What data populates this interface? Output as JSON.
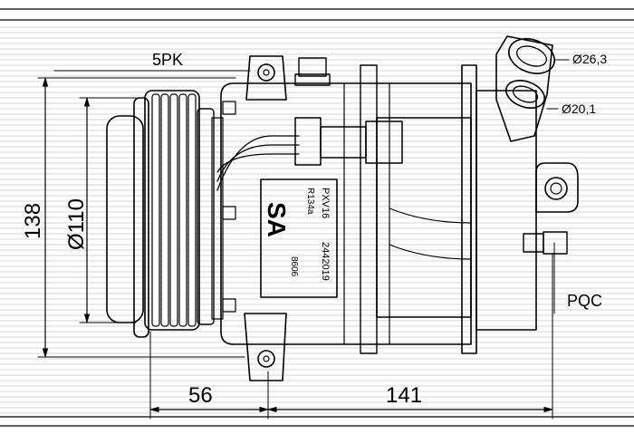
{
  "dimensions": {
    "belt": "5PK",
    "pipe_large": "Ø26,3",
    "pipe_small": "Ø20,1",
    "height_total": "138",
    "pulley_diameter": "Ø110",
    "offset_front": "56",
    "length_body": "141",
    "connector": "PQC"
  },
  "nameplate": {
    "model": "PXV16",
    "part_number": "2442019",
    "refrigerant": "R134a",
    "code": "8606",
    "brand": "SA"
  }
}
